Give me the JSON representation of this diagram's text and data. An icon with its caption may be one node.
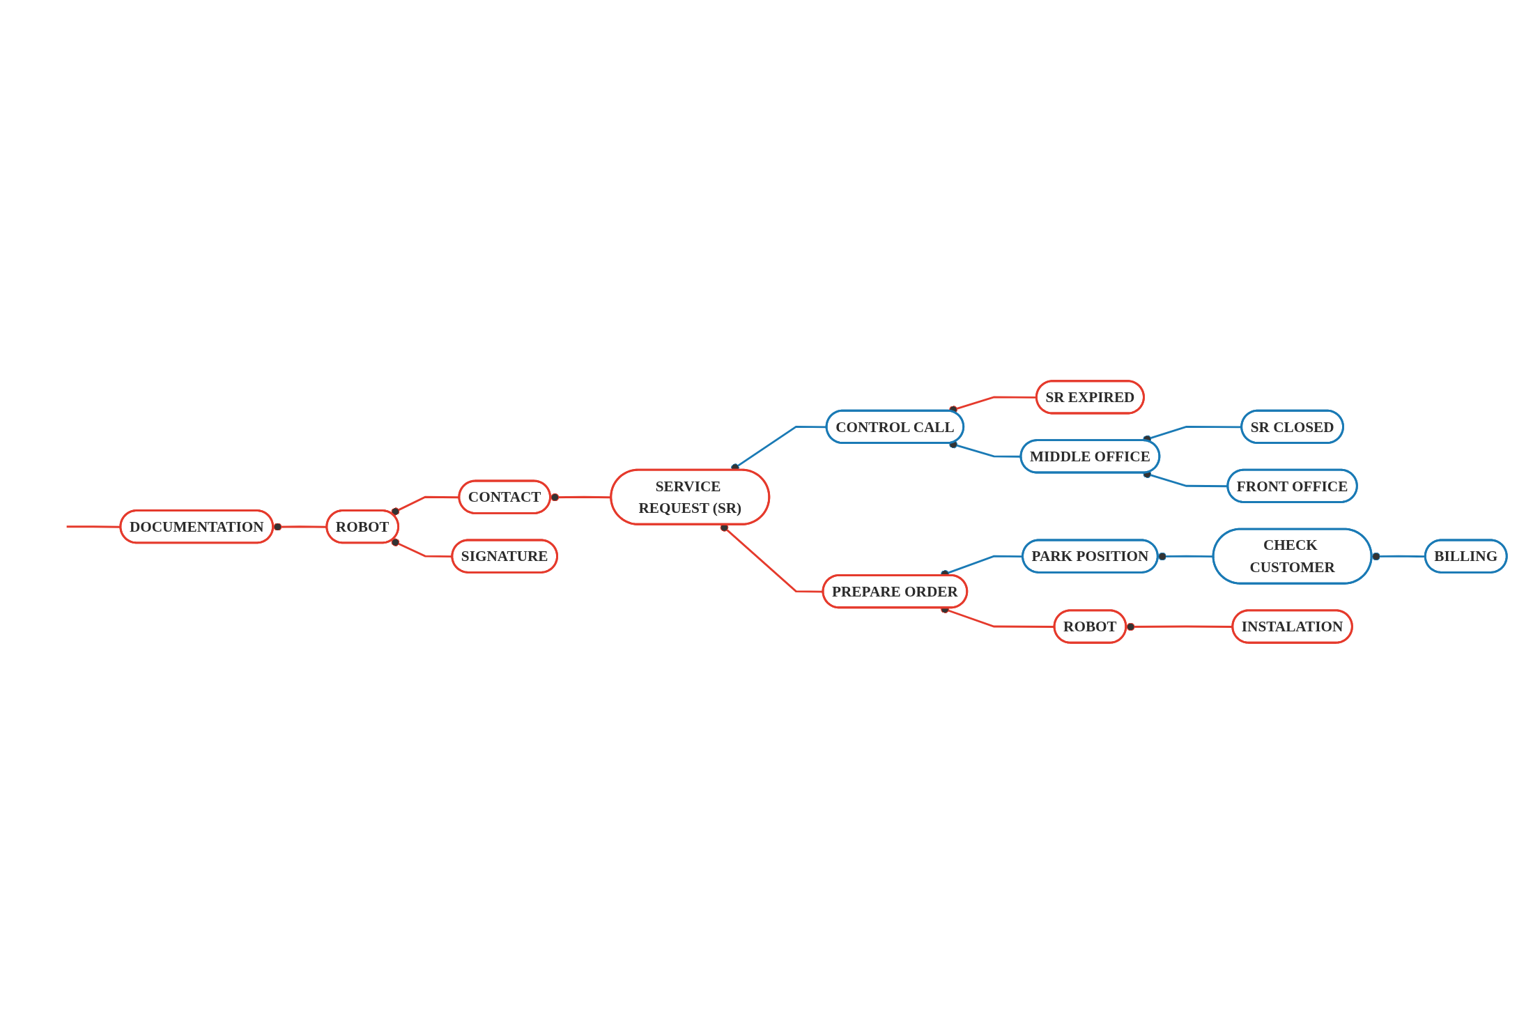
{
  "diagram": {
    "nodes": [
      {
        "text": [
          "SR EXPIRED"
        ]
      },
      {
        "text": [
          "SR CLOSED"
        ]
      },
      {
        "text": [
          "CONTROL CALL"
        ]
      },
      {
        "text": [
          "MIDDLE OFFICE"
        ]
      },
      {
        "text": [
          "FRONT OFFICE"
        ]
      },
      {
        "text": [
          "CONTACT"
        ]
      },
      {
        "text": [
          "DOCUMENTATION"
        ]
      },
      {
        "text": [
          "SERVICE REQUEST (SR)"
        ]
      },
      {
        "text": [
          "ROBOT"
        ]
      },
      {
        "text": [
          "PARK POSITION"
        ]
      },
      {
        "text": [
          "BILLING"
        ]
      },
      {
        "text": [
          "PREPARE ORDER"
        ]
      },
      {
        "text": [
          "SIGNATURE"
        ]
      },
      {
        "text": [
          "CHECK CUSTOMER"
        ]
      },
      {
        "text": [
          "ROBOT"
        ]
      },
      {
        "text": [
          "INSTALATION"
        ]
      }
    ],
    "edges": [
      {
        "from": 0,
        "to": 2,
        "arrow": "other"
      },
      {
        "from": 1,
        "to": 3,
        "arrow": "other",
        "color": "#1a7ab5"
      },
      {
        "from": 3,
        "to": 2,
        "arrow": "other",
        "color": "#1a7ab5"
      },
      {
        "from": 4,
        "to": 3,
        "arrow": "other",
        "color": "#1a7ab5"
      },
      {
        "from": 2,
        "to": 7,
        "arrow": "other",
        "color": "#1a7ab5"
      },
      {
        "from": 7,
        "to": 5,
        "arrow": "other"
      },
      {
        "from": 5,
        "to": 8,
        "arrow": "other"
      },
      {
        "from": 8,
        "to": 6,
        "arrow": "other"
      },
      {
        "from": 6,
        "to": null,
        "arrow": "none"
      },
      {
        "from": 9,
        "to": 11,
        "arrow": "other",
        "color": "#1a7ab5"
      },
      {
        "from": 11,
        "to": 7,
        "arrow": "other"
      },
      {
        "from": 13,
        "to": 9,
        "arrow": "other",
        "color": "#1a7ab5"
      },
      {
        "from": 10,
        "to": 13,
        "arrow": "other",
        "color": "#1a7ab5"
      },
      {
        "from": 12,
        "to": 8,
        "arrow": "other"
      },
      {
        "from": 14,
        "to": 11,
        "arrow": "other"
      },
      {
        "from": 15,
        "to": 14,
        "arrow": "other"
      }
    ]
  }
}
